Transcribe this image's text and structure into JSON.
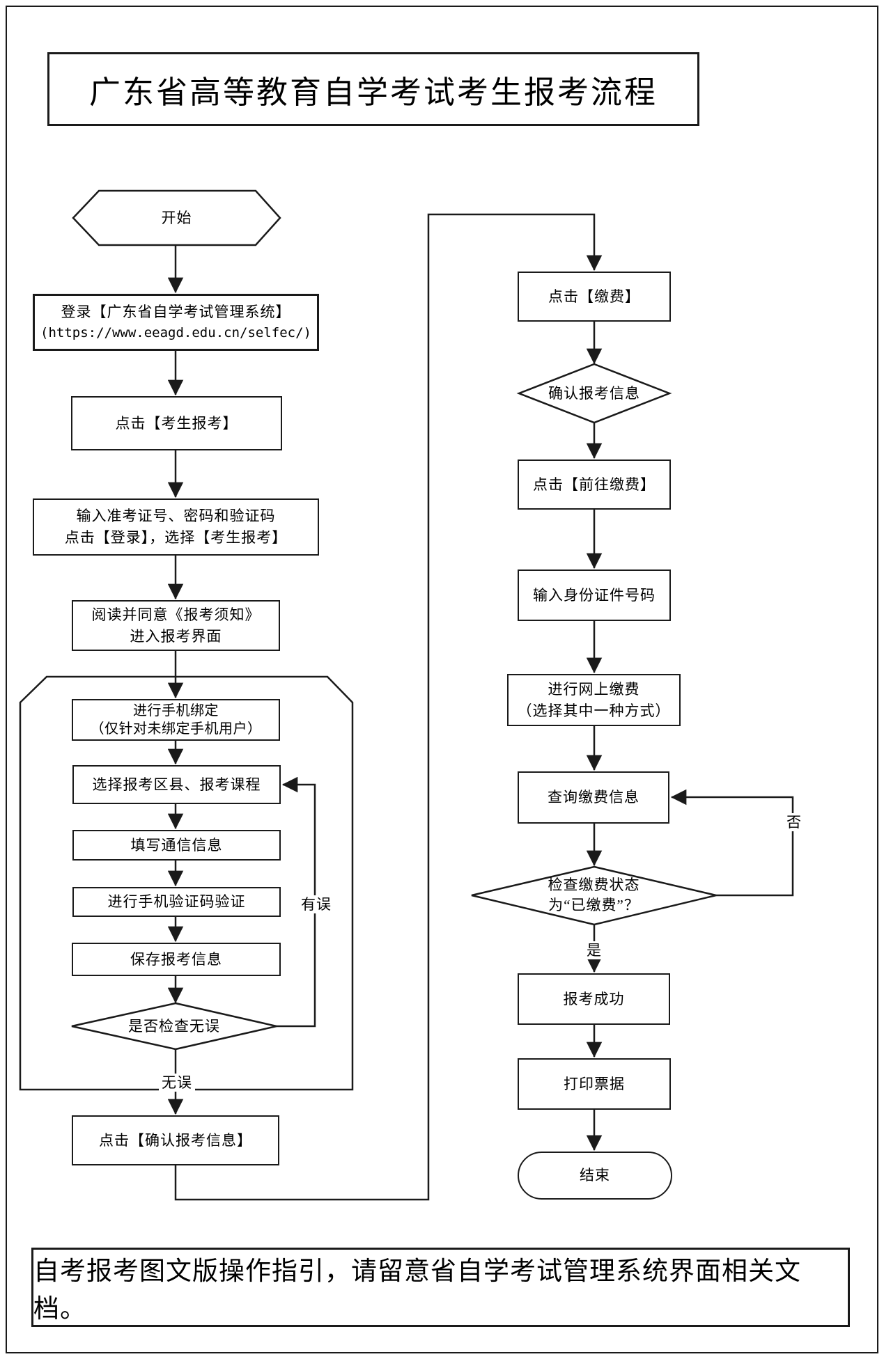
{
  "colors": {
    "ink": "#1a1a1a",
    "background": "#ffffff"
  },
  "header": {
    "title": "广东省高等教育自学考试考生报考流程"
  },
  "footer": {
    "note": "自考报考图文版操作指引，请留意省自学考试管理系统界面相关文档。"
  },
  "flow": {
    "start": "开始",
    "login": {
      "line1": "登录【广东省自学考试管理系统】",
      "line2": "(https://www.eeagd.edu.cn/selfec/)"
    },
    "click_register": "点击【考生报考】",
    "credentials": {
      "line1": "输入准考证号、密码和验证码",
      "line2": "点击【登录】，选择【考生报考】"
    },
    "notice": {
      "line1": "阅读并同意《报考须知》",
      "line2": "进入报考界面"
    },
    "bind_phone": {
      "line1": "进行手机绑定",
      "line2": "（仅针对未绑定手机用户）"
    },
    "select_courses": "选择报考区县、报考课程",
    "fill_contact": "填写通信信息",
    "sms_verify": "进行手机验证码验证",
    "save_info": "保存报考信息",
    "check_correct": "是否检查无误",
    "confirm_info": "点击【确认报考信息】",
    "click_pay": "点击【缴费】",
    "confirm_reg": "确认报考信息",
    "goto_pay": "点击【前往缴费】",
    "enter_id": "输入身份证件号码",
    "online_pay": {
      "line1": "进行网上缴费",
      "line2": "（选择其中一种方式）"
    },
    "query_pay": "查询缴费信息",
    "check_paid": {
      "line1": "检查缴费状态",
      "line2": "为“已缴费”？"
    },
    "success": "报考成功",
    "print_receipt": "打印票据",
    "end": "结束",
    "labels": {
      "has_error": "有误",
      "no_error": "无误",
      "yes": "是",
      "no": "否"
    }
  }
}
